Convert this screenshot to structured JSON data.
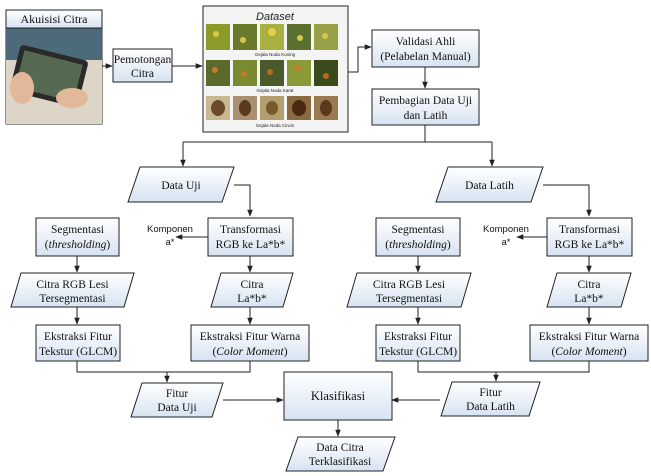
{
  "colors": {
    "box_fill_top": "#ffffff",
    "box_fill_bottom": "#d7e3f2",
    "stroke": "#222222",
    "leaf_dark": "#5a6a2a",
    "leaf_light": "#a8b840",
    "leaf_yellow": "#d8c84a",
    "leaf_brown": "#6b4a2a"
  },
  "nodes": {
    "akuisisi": "Akuisisi Citra",
    "pemotongan": [
      "Pemotongan",
      "Citra"
    ],
    "dataset_title": "Dataset",
    "dataset_captions": [
      "Gejala Noda Kuning",
      "Gejala Noda Karat",
      "Gejala Noda Cincin"
    ],
    "validasi": [
      "Validasi Ahli",
      "(Pelabelan Manual)"
    ],
    "pembagian": [
      "Pembagian Data Uji",
      "dan Latih"
    ],
    "data_uji": "Data Uji",
    "data_latih": "Data Latih",
    "segmentasi_l": [
      "Segmentasi",
      "thresholding"
    ],
    "transformasi_l": [
      "Transformasi",
      "RGB ke La*b*"
    ],
    "komponen_l": [
      "Komponen",
      "a*"
    ],
    "citra_rgb_l": [
      "Citra RGB Lesi",
      "Tersegmentasi"
    ],
    "citra_lab_l": [
      "Citra",
      "La*b*"
    ],
    "ekstraksi_tekstur_l": [
      "Ekstraksi Fitur",
      "Tekstur (GLCM)"
    ],
    "ekstraksi_warna_l": [
      "Ekstraksi Fitur Warna",
      "Color Moment"
    ],
    "segmentasi_r": [
      "Segmentasi",
      "thresholding"
    ],
    "transformasi_r": [
      "Transformasi",
      "RGB ke La*b*"
    ],
    "komponen_r": [
      "Komponen",
      "a*"
    ],
    "citra_rgb_r": [
      "Citra RGB Lesi",
      "Tersegmentasi"
    ],
    "citra_lab_r": [
      "Citra",
      "La*b*"
    ],
    "ekstraksi_tekstur_r": [
      "Ekstraksi Fitur",
      "Tekstur (GLCM)"
    ],
    "ekstraksi_warna_r": [
      "Ekstraksi Fitur Warna",
      "Color Moment"
    ],
    "fitur_uji": [
      "Fitur",
      "Data Uji"
    ],
    "fitur_latih": [
      "Fitur",
      "Data Latih"
    ],
    "klasifikasi": "Klasifikasi",
    "hasil": [
      "Data Citra",
      "Terklasifikasi"
    ]
  }
}
